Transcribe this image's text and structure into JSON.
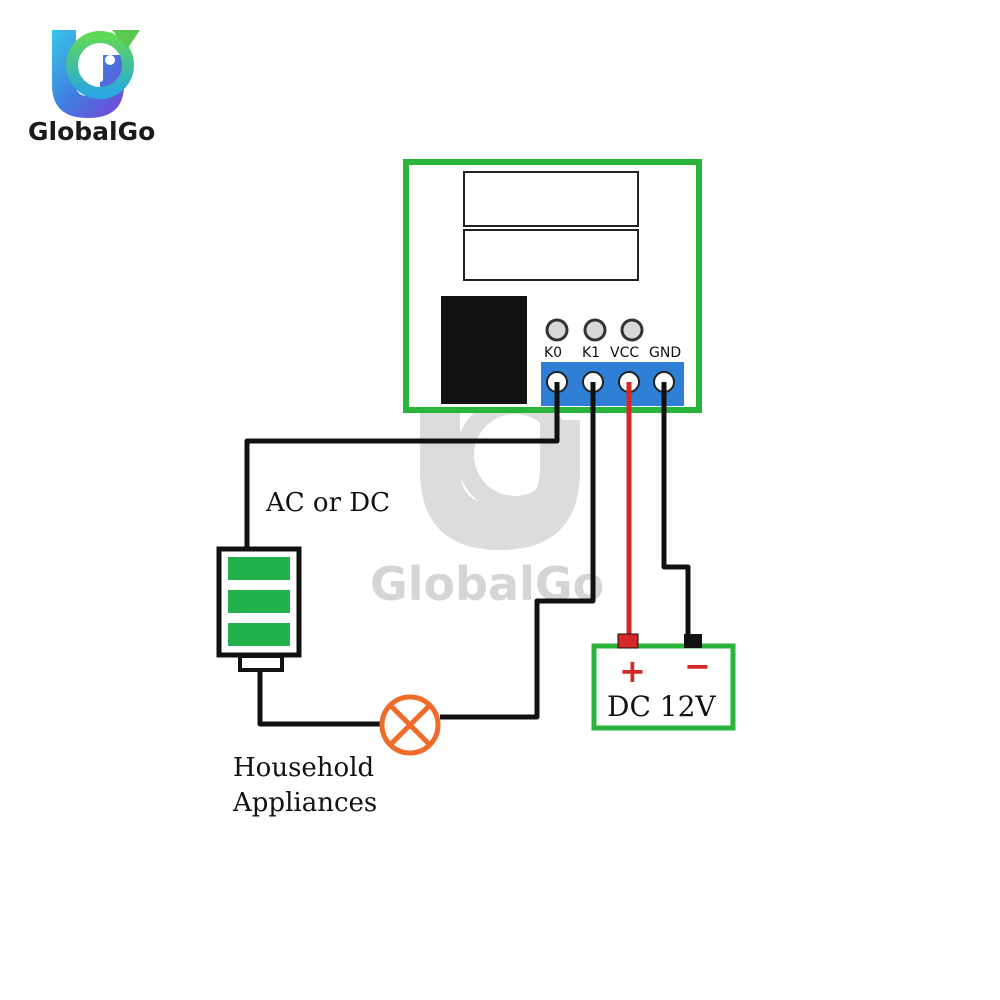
{
  "brand": {
    "name": "GlobalGo",
    "watermark_text": "GlobalGo"
  },
  "module": {
    "pins": [
      "K0",
      "K1",
      "VCC",
      "GND"
    ]
  },
  "labels": {
    "power_type": "AC or DC",
    "load_line1": "Household",
    "load_line2": "Appliances",
    "supply": "DC 12V",
    "plus": "+",
    "minus": "−"
  },
  "colors": {
    "board_green": "#2bb43c",
    "battery_green": "#22b04a",
    "terminal_blue": "#2f7fd6",
    "wire_black": "#111111",
    "wire_red": "#d62828",
    "lamp_orange": "#f06a2a",
    "watermark_gray": "#b9b9b9"
  }
}
